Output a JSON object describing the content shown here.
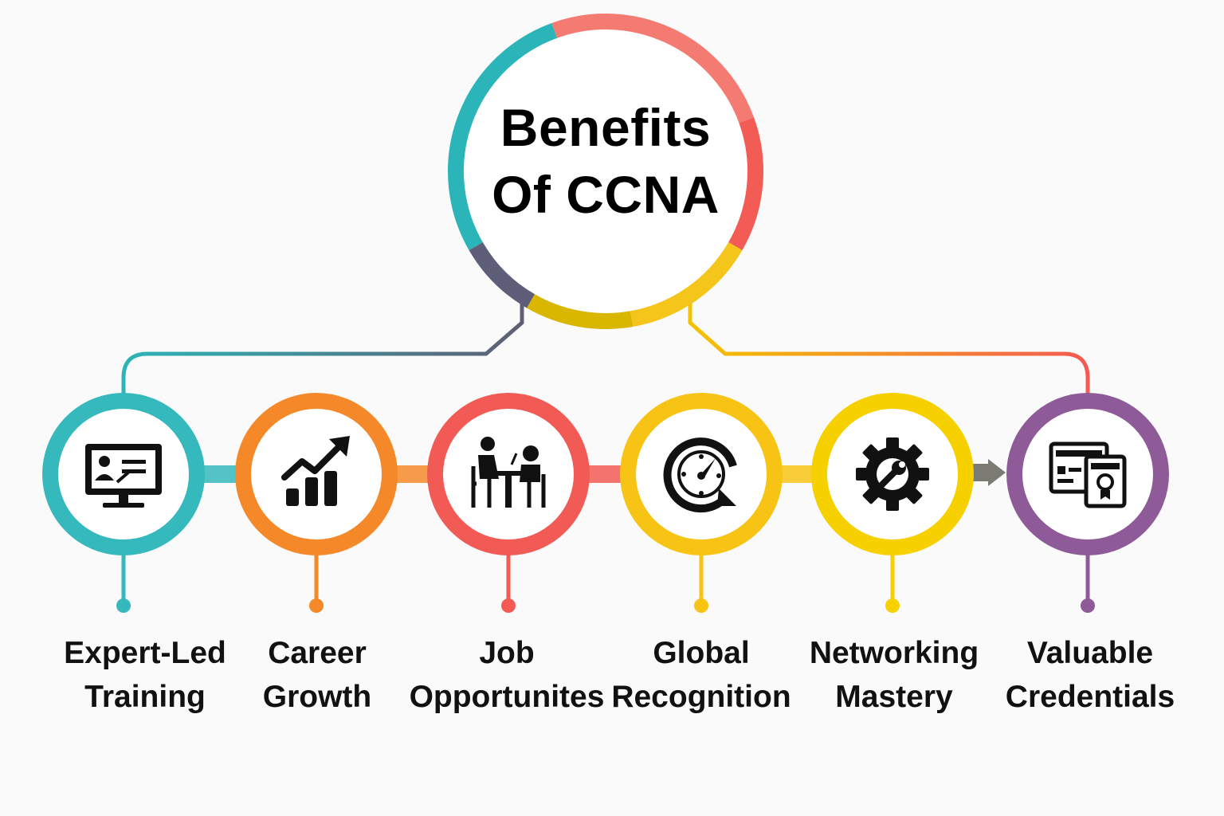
{
  "hub": {
    "title_line1": "Benefits",
    "title_line2": "Of CCNA",
    "ring_colors": [
      "#2bb5b8",
      "#f47b72",
      "#f25c54",
      "#f4c51a",
      "#d9b600",
      "#5e5e78"
    ]
  },
  "benefits": [
    {
      "line1": "Expert-Led",
      "line2": "Training",
      "icon": "computer-presentation-icon",
      "color": "#35b9bd"
    },
    {
      "line1": "Career",
      "line2": "Growth",
      "icon": "growth-chart-icon",
      "color": "#f5892a"
    },
    {
      "line1": "Job",
      "line2": "Opportunites",
      "icon": "job-interview-icon",
      "color": "#f25a55"
    },
    {
      "line1": "Global",
      "line2": "Recognition",
      "icon": "compass-gauge-icon",
      "color": "#f7c416"
    },
    {
      "line1": "Networking",
      "line2": "Mastery",
      "icon": "gear-wrench-icon",
      "color": "#f7d000"
    },
    {
      "line1": "Valuable",
      "line2": "Credentials",
      "icon": "certificate-icon",
      "color": "#8e5a97"
    }
  ]
}
